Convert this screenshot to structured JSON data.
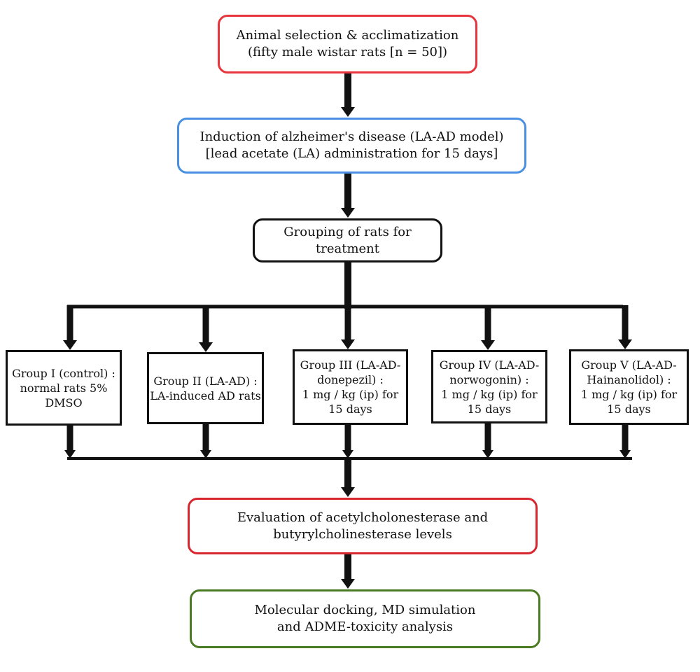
{
  "colors": {
    "red_border": "#e8343c",
    "blue_border": "#4a90e2",
    "green_border": "#4a7a23",
    "arrow": "#111111"
  },
  "steps": {
    "selection": {
      "line1": "Animal selection & acclimatization",
      "line2": "(fifty male wistar rats [n = 50])"
    },
    "induction": {
      "line1": "Induction of alzheimer's disease (LA-AD model)",
      "line2": "[lead acetate (LA) administration for 15 days]"
    },
    "grouping": {
      "line1": "Grouping of rats for treatment"
    },
    "evaluation": {
      "line1": "Evaluation of acetylcholonesterase and",
      "line2": "butyrylcholinesterase levels"
    },
    "docking": {
      "line1": "Molecular docking, MD simulation",
      "line2": "and ADME-toxicity analysis"
    }
  },
  "groups": [
    {
      "line1": "Group I (control) :",
      "line2": "normal rats 5% DMSO"
    },
    {
      "line1": "Group II (LA-AD) :",
      "line2": "LA-induced AD rats"
    },
    {
      "line1": "Group III (LA-AD-",
      "line2": "donepezil) :",
      "line3": "1 mg / kg (ip) for",
      "line4": "15 days"
    },
    {
      "line1": "Group IV (LA-AD-",
      "line2": "norwogonin) :",
      "line3": "1 mg / kg (ip) for",
      "line4": "15 days"
    },
    {
      "line1": "Group V (LA-AD-",
      "line2": "Hainanolidol) :",
      "line3": "1 mg / kg (ip) for",
      "line4": "15 days"
    }
  ]
}
